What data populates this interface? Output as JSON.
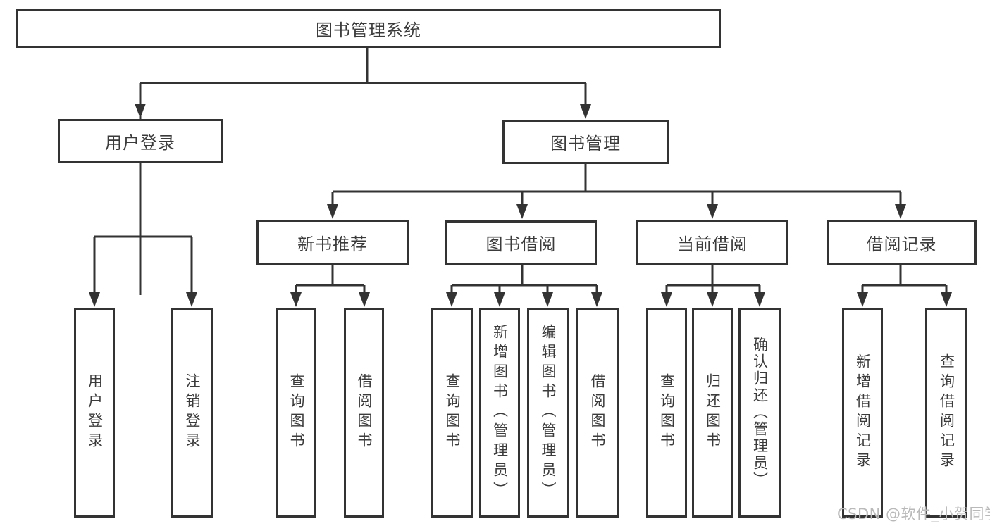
{
  "diagram": {
    "title": "图书管理系统",
    "type": "hierarchy-tree",
    "colors": {
      "line": "#333333",
      "box_border": "#333333",
      "text": "#3b3b3b",
      "watermark": "#b9b9b9",
      "background": "#ffffff"
    }
  },
  "watermark": {
    "text": "CSDN @软件_小贺同学"
  },
  "tree": {
    "label": "图书管理系统",
    "children": [
      {
        "label": "用户登录",
        "children": [
          {
            "label": "用户登录"
          },
          {
            "label": "注销登录"
          }
        ]
      },
      {
        "label": "图书管理",
        "children": [
          {
            "label": "新书推荐",
            "children": [
              {
                "label": "查询图书"
              },
              {
                "label": "借阅图书"
              }
            ]
          },
          {
            "label": "图书借阅",
            "children": [
              {
                "label": "查询图书"
              },
              {
                "label": "新增图书（管理员）"
              },
              {
                "label": "编辑图书（管理员）"
              },
              {
                "label": "借阅图书"
              }
            ]
          },
          {
            "label": "当前借阅",
            "children": [
              {
                "label": "查询图书"
              },
              {
                "label": "归还图书"
              },
              {
                "label": "确认归还（管理员）"
              }
            ]
          },
          {
            "label": "借阅记录",
            "children": [
              {
                "label": "新增借阅记录"
              },
              {
                "label": "查询借阅记录"
              }
            ]
          }
        ]
      }
    ]
  }
}
